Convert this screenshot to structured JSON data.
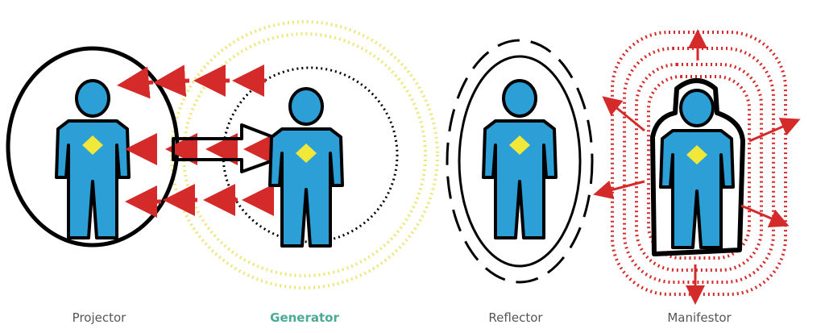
{
  "labels": {
    "projector": "Projector",
    "generator": "Generator",
    "reflector": "Reflector",
    "manifestor": "Manifestor"
  },
  "active_label": "generator",
  "colors": {
    "body": "#2b9fd6",
    "diamond": "#f2e83a",
    "arrow": "#d42a2a",
    "aura_yellow": "#ece77a",
    "active_label": "#4aaa96",
    "label": "#555555"
  }
}
